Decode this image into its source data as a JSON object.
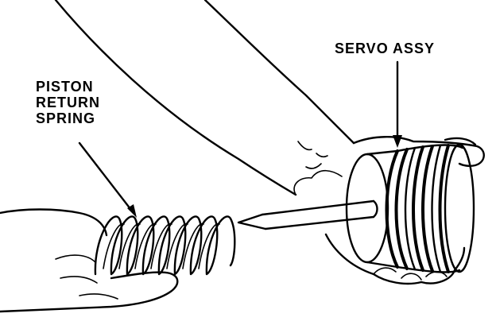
{
  "labels": {
    "servo_assy": "SERVO ASSY",
    "piston_line1": "PISTON",
    "piston_line2": "RETURN",
    "piston_line3": "SPRING"
  },
  "colors": {
    "ink": "#000000",
    "paper": "#ffffff"
  }
}
